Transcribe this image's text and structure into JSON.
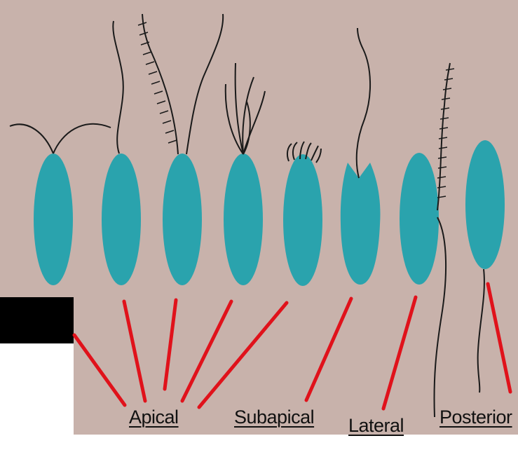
{
  "labels": {
    "apical": "Apical",
    "subapical": "Subapical",
    "lateral": "Lateral",
    "posterior": "Posterior"
  },
  "colors": {
    "background": "#c8b2ab",
    "cell": "#2aa3ad",
    "pointer_line": "#e0121b",
    "flagellum": "#1a1a1a",
    "black_block": "#000000"
  }
}
